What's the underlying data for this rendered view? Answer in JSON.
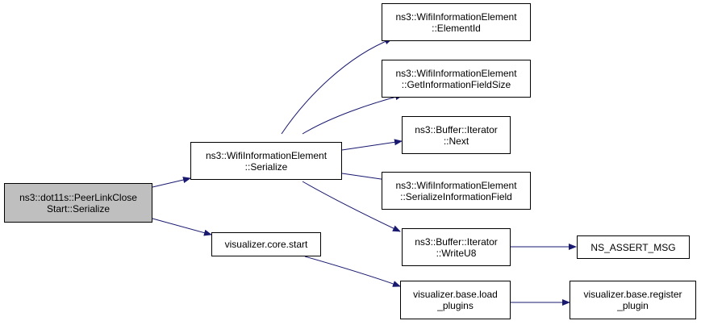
{
  "diagram": {
    "nodes": {
      "root": {
        "line1": "ns3::dot11s::PeerLinkClose",
        "line2": "Start::Serialize"
      },
      "wie_ser": {
        "line1": "ns3::WifiInformationElement",
        "line2": "::Serialize"
      },
      "vis_start": {
        "line1": "visualizer.core.start",
        "line2": ""
      },
      "elem_id": {
        "line1": "ns3::WifiInformationElement",
        "line2": "::ElementId"
      },
      "get_size": {
        "line1": "ns3::WifiInformationElement",
        "line2": "::GetInformationFieldSize"
      },
      "buf_next": {
        "line1": "ns3::Buffer::Iterator",
        "line2": "::Next"
      },
      "ser_field": {
        "line1": "ns3::WifiInformationElement",
        "line2": "::SerializeInformationField"
      },
      "write_u8": {
        "line1": "ns3::Buffer::Iterator",
        "line2": "::WriteU8"
      },
      "ns_assert": {
        "line1": "NS_ASSERT_MSG",
        "line2": ""
      },
      "load_plug": {
        "line1": "visualizer.base.load",
        "line2": "_plugins"
      },
      "reg_plug": {
        "line1": "visualizer.base.register",
        "line2": "_plugin"
      }
    },
    "edge_color": "#191970"
  }
}
